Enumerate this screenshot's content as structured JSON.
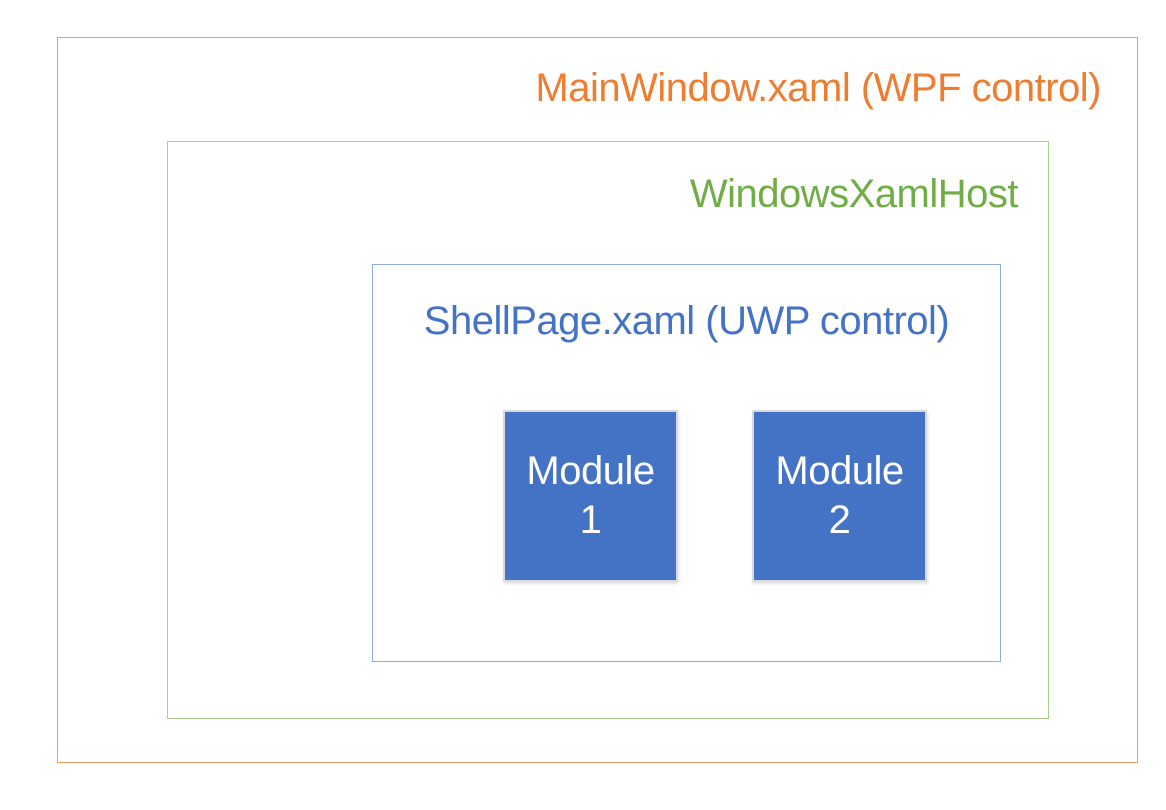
{
  "diagram": {
    "outer": {
      "label": "MainWindow.xaml (WPF control)",
      "text_color": "#ED7D31",
      "border_color": "#F19B63"
    },
    "host": {
      "label": "WindowsXamlHost",
      "text_color": "#70AD47",
      "border_color": "#A9D18E"
    },
    "shell": {
      "label": "ShellPage.xaml (UWP control)",
      "text_color": "#4472C4",
      "border_color": "#8FAADC"
    },
    "modules": [
      {
        "name": "Module",
        "number": "1",
        "fill_color": "#4472C4",
        "text_color": "#FFFFFF"
      },
      {
        "name": "Module",
        "number": "2",
        "fill_color": "#4472C4",
        "text_color": "#FFFFFF"
      }
    ]
  }
}
